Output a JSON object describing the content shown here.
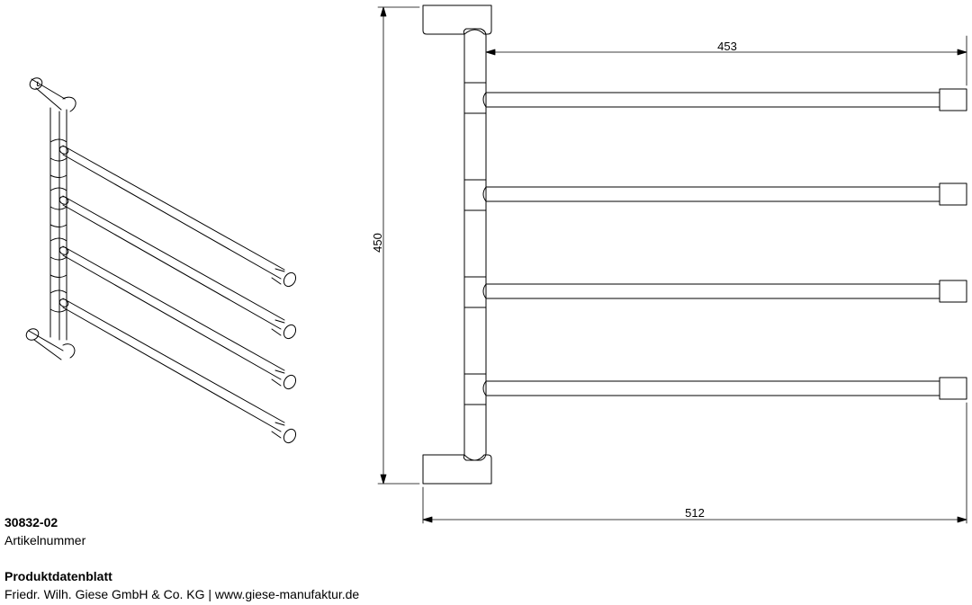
{
  "dimensions": {
    "width": "453",
    "height": "450",
    "total_width": "512"
  },
  "footer": {
    "article_number": "30832-02",
    "article_label": "Artikelnummer",
    "sheet_title": "Produktdatenblatt",
    "company_line": "Friedr. Wilh. Giese GmbH & Co. KG | www.giese-manufaktur.de"
  },
  "drawing": {
    "arm_count": 4,
    "line_color": "#000000"
  }
}
